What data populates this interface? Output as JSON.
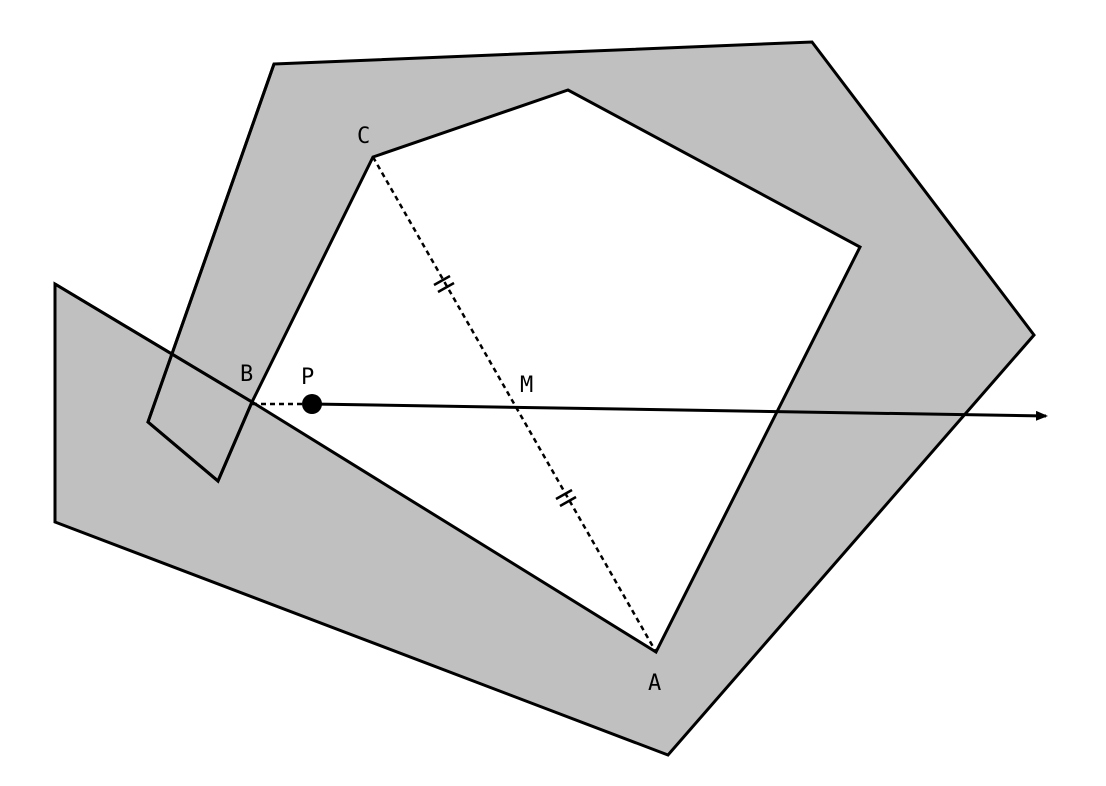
{
  "colors": {
    "region_fill": "#c0c0c0",
    "inner_fill": "#ffffff",
    "stroke": "#000000"
  },
  "labels": {
    "A": "A",
    "B": "B",
    "C": "C",
    "M": "M",
    "P": "P"
  },
  "icons": {
    "ray_arrow": "arrowhead-icon",
    "point_p": "filled-dot-icon"
  }
}
